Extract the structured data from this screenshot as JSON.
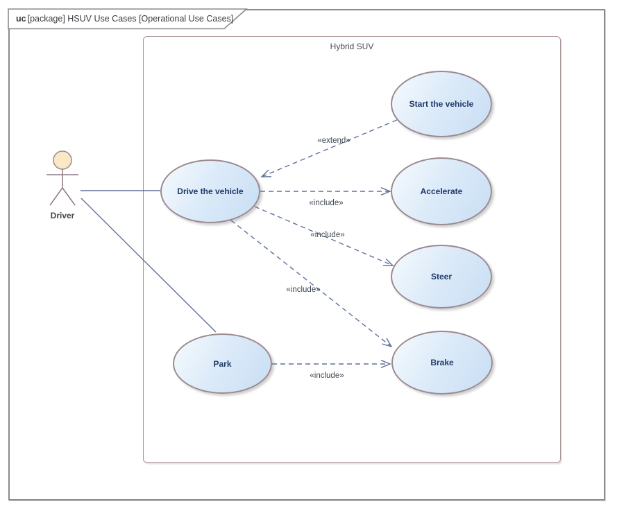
{
  "diagram": {
    "frame": {
      "keyword": "uc",
      "title": "[package] HSUV Use Cases [Operational Use Cases]"
    },
    "system_boundary": {
      "label": "Hybrid SUV"
    },
    "actor": {
      "label": "Driver"
    },
    "use_cases": [
      {
        "label": "Start the vehicle"
      },
      {
        "label": "Drive the vehicle"
      },
      {
        "label": "Accelerate"
      },
      {
        "label": "Steer"
      },
      {
        "label": "Brake"
      },
      {
        "label": "Park"
      }
    ],
    "relationships": [
      {
        "from": "Start the vehicle",
        "to": "Drive the vehicle",
        "stereotype": "«extend»",
        "style": "dashed-open-arrow"
      },
      {
        "from": "Drive the vehicle",
        "to": "Accelerate",
        "stereotype": "«include»",
        "style": "dashed-open-arrow"
      },
      {
        "from": "Drive the vehicle",
        "to": "Steer",
        "stereotype": "«include»",
        "style": "dashed-open-arrow"
      },
      {
        "from": "Drive the vehicle",
        "to": "Brake",
        "stereotype": "«include»",
        "style": "dashed-open-arrow"
      },
      {
        "from": "Park",
        "to": "Brake",
        "stereotype": "«include»",
        "style": "dashed-open-arrow"
      },
      {
        "from": "Driver",
        "to": "Drive the vehicle",
        "stereotype": "",
        "style": "association"
      },
      {
        "from": "Driver",
        "to": "Park",
        "stereotype": "",
        "style": "association"
      }
    ],
    "colors": {
      "use_case_fill_start": "#f6fbfe",
      "use_case_fill_end": "#c8def4",
      "use_case_border": "#9b8a90",
      "use_case_text": "#1f3a68",
      "connector": "#60719b",
      "stereotype_text": "#3f4654",
      "actor_head_fill": "#fbe8c5",
      "actor_line": "#8d7b80",
      "actor_label_text": "#4c4543",
      "boundary_border": "#a5928f",
      "boundary_label_text": "#4a4a56",
      "frame_border": "#8b8b8b",
      "frame_title_text": "#3b3b41",
      "background": "#ffffff"
    }
  }
}
